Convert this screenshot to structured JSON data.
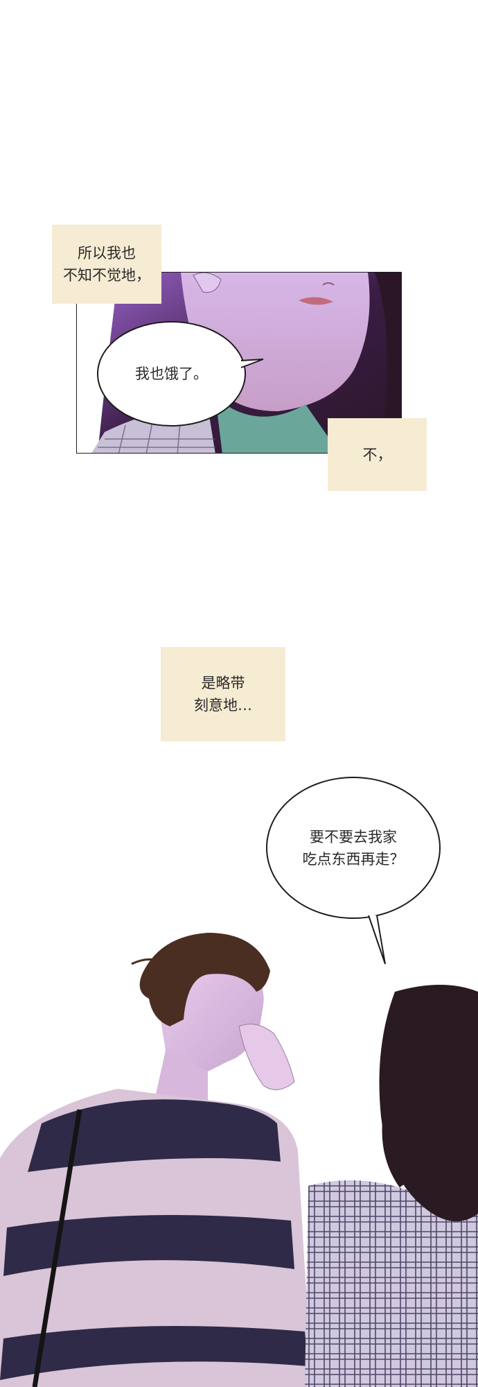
{
  "captions": {
    "c1": {
      "line1": "所以我也",
      "line2": "不知不觉地，"
    },
    "c2": {
      "line1": "不，"
    },
    "c3": {
      "line1": "是略带",
      "line2": "刻意地…"
    }
  },
  "bubbles": {
    "b1": {
      "line1": "我也饿了。"
    },
    "b2": {
      "line1": "要不要去我家",
      "line2": "吃点东西再走？"
    }
  },
  "colors": {
    "caption_bg": "#f6ebd3",
    "skin": "#e6c9e8",
    "shirt_stripe_dark": "#2e2a48",
    "shirt_stripe_light": "#d9c4d8",
    "hair_man": "#4a2e22",
    "hair_woman": "#2a1a22",
    "plaid": "#8f8aa8"
  }
}
